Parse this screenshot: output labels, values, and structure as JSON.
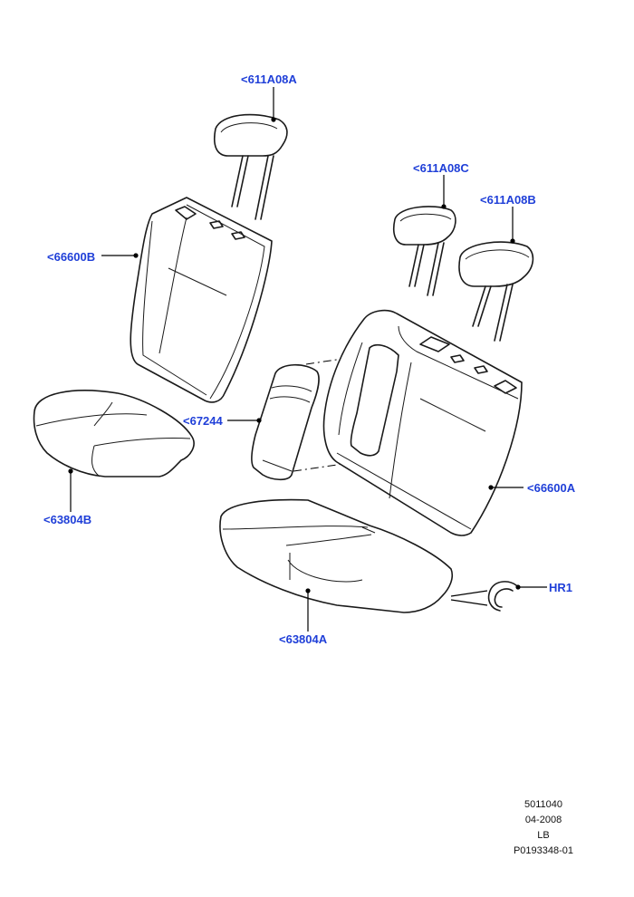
{
  "callouts": {
    "headrest_left": "<611A08A",
    "headrest_center": "<611A08C",
    "headrest_right": "<611A08B",
    "backrest_left": "<66600B",
    "backrest_right": "<66600A",
    "armrest": "<67244",
    "cushion_left": "<63804B",
    "cushion_right": "<63804A",
    "retainer_ring": "HR1"
  },
  "footer": {
    "line1": "5011040",
    "line2": "04-2008",
    "line3": "LB",
    "line4": "P0193348-01"
  },
  "colors": {
    "callout_text": "#1f3fd8",
    "line_art": "#1a1a1a",
    "background": "#ffffff"
  }
}
